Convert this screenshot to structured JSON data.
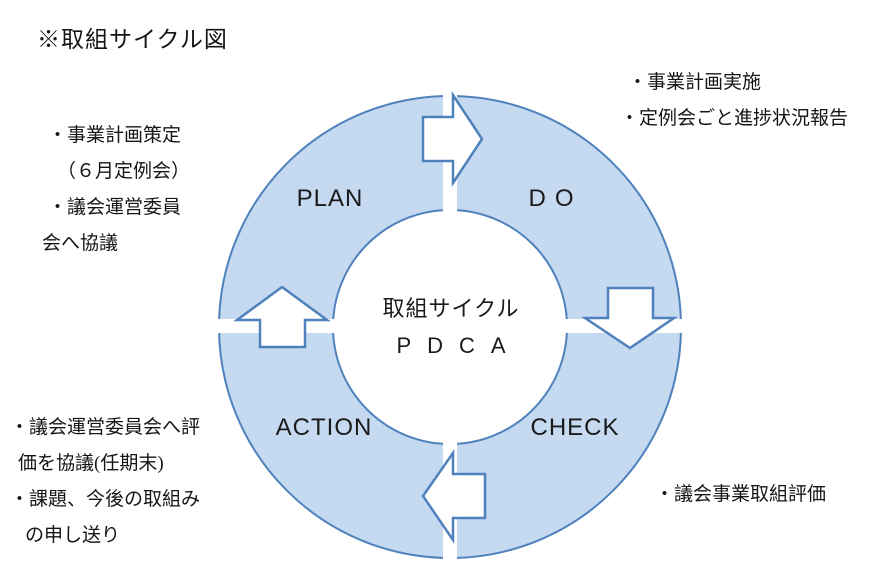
{
  "title": "※取組サイクル図",
  "diagram": {
    "center": {
      "line1": "取組サイクル",
      "line2": "PDCA"
    },
    "quadrants": {
      "plan": "PLAN",
      "do": "DO",
      "check": "CHECK",
      "action": "ACTION"
    },
    "colors": {
      "ring_fill": "#c5d9f0",
      "ring_stroke": "#4f81bd",
      "arrow_fill": "#ffffff",
      "text": "#151515"
    }
  },
  "notes": {
    "plan": {
      "lines": [
        "・事業計画策定",
        "（６月定例会）",
        "・議会運営委員",
        "会へ協議"
      ]
    },
    "do": {
      "lines": [
        "・事業計画実施",
        "・定例会ごと進捗状況報告"
      ]
    },
    "check": {
      "lines": [
        "・議会事業取組評価"
      ]
    },
    "action": {
      "lines": [
        "・議会運営委員会へ評",
        "価を協議(任期末)",
        "・課題、今後の取組み",
        "の申し送り"
      ]
    }
  }
}
